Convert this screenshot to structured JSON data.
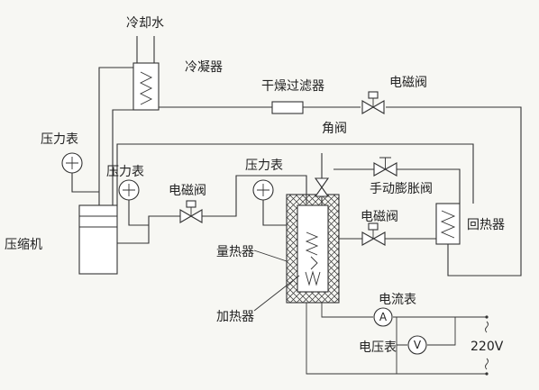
{
  "labels": {
    "cooling_water": "冷却水",
    "condenser": "冷凝器",
    "dryer_filter": "干燥过滤器",
    "solenoid_valve_top": "电磁阀",
    "pressure_gauge_left": "压力表",
    "pressure_gauge_mid": "压力表",
    "compressor": "压缩机",
    "angle_valve": "角阀",
    "pressure_gauge_right": "压力表",
    "solenoid_valve_mid": "电磁阀",
    "manual_expansion_valve": "手动膨胀阀",
    "solenoid_valve_right": "电磁阀",
    "regenerator": "回热器",
    "calorimeter": "量热器",
    "heater": "加热器",
    "ammeter": "电流表",
    "ammeter_symbol": "A",
    "voltmeter": "电压表",
    "voltmeter_symbol": "V",
    "voltage": "220V"
  },
  "colors": {
    "line": "#333333",
    "background": "#f7f7f3"
  }
}
